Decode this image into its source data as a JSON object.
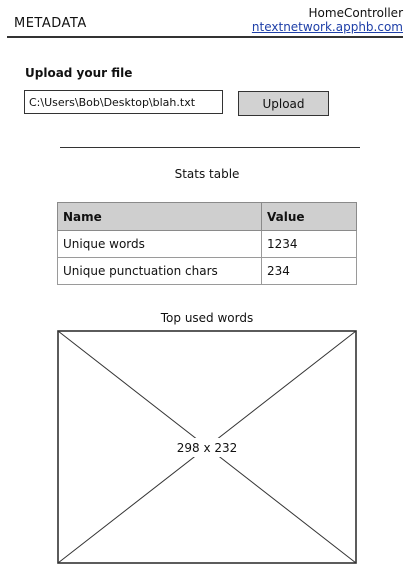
{
  "header": {
    "title": "METADATA",
    "controller": "HomeController",
    "site_link": "ntextnetwork.apphb.com"
  },
  "upload": {
    "label": "Upload your file",
    "file_path": "C:\\Users\\Bob\\Desktop\\blah.txt",
    "button_label": "Upload"
  },
  "stats": {
    "caption": "Stats table",
    "headers": [
      "Name",
      "Value"
    ],
    "rows": [
      {
        "name": "Unique words",
        "value": "1234"
      },
      {
        "name": "Unique punctuation chars",
        "value": "234"
      }
    ]
  },
  "top_words": {
    "caption": "Top used words",
    "placeholder_label": "298 x 232"
  }
}
